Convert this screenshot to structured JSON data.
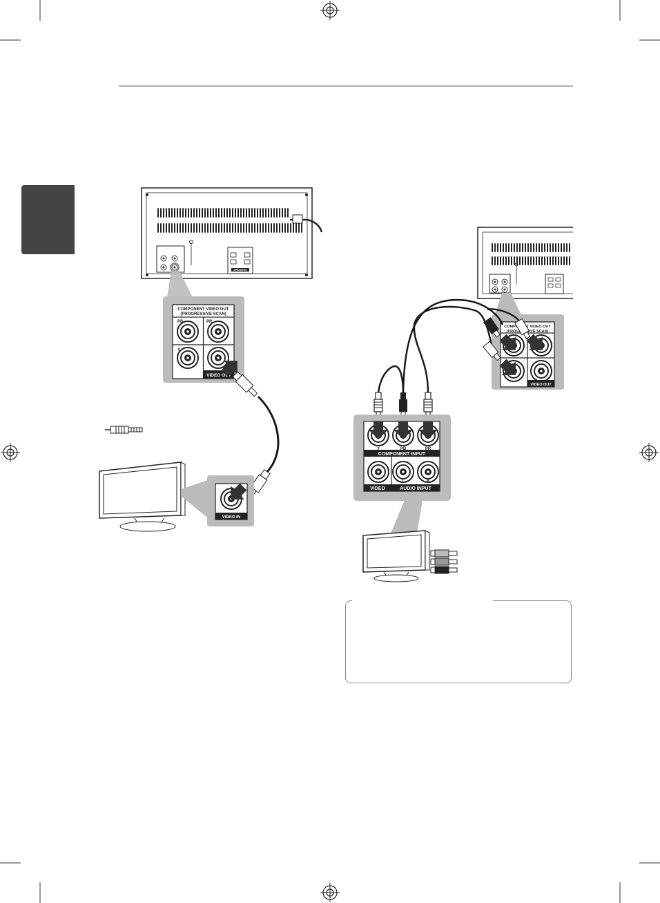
{
  "left": {
    "unit_panel": {
      "title": "COMPONENT VIDEO OUT",
      "subtitle": "(PROGRESSIVE SCAN)",
      "pb": "PB",
      "pr": "PR",
      "y": "Y",
      "video_out": "VIDEO OUT"
    },
    "tv_jack": "VIDEO IN"
  },
  "right": {
    "unit_panel": {
      "title": "COMPONENT VIDEO OUT",
      "subtitle": "(PROGRESSIVE SCAN)",
      "video_out": "VIDEO OUT"
    },
    "tv_panel": {
      "y": "Y",
      "pb": "PB",
      "pr": "PR",
      "component_input": "COMPONENT INPUT",
      "video": "VIDEO",
      "audio_input": "AUDIO INPUT",
      "l": "L",
      "r": "R"
    }
  },
  "small_unit": {
    "panel_title": "COMPONENT VIDEO OUT",
    "speakers": "SPEAKERS"
  },
  "colors": {
    "tab": "#444444",
    "cable": "#1a1a1a",
    "panel_gray": "#bbbbbb"
  }
}
